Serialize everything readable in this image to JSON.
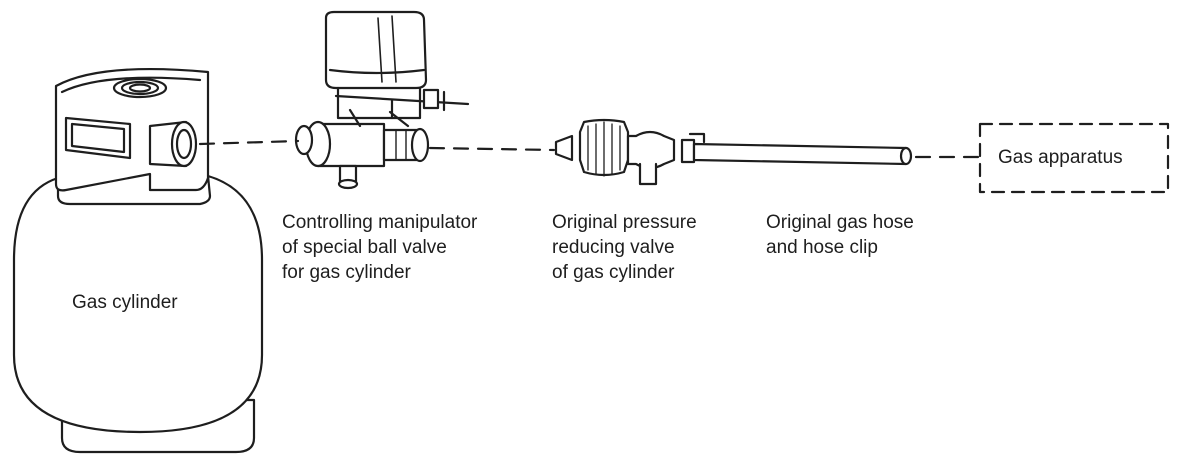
{
  "labels": {
    "gas_cylinder": "Gas cylinder",
    "manipulator": [
      "Controlling manipulator",
      "of special ball valve",
      "for gas cylinder"
    ],
    "pressure_valve": [
      "Original pressure",
      "reducing valve",
      "of gas cylinder"
    ],
    "hose": [
      "Original gas hose",
      "and hose clip"
    ],
    "apparatus": "Gas apparatus"
  },
  "colors": {
    "stroke": "#1e1e1e",
    "text": "#1e1e1e",
    "fill": "#ffffff"
  }
}
